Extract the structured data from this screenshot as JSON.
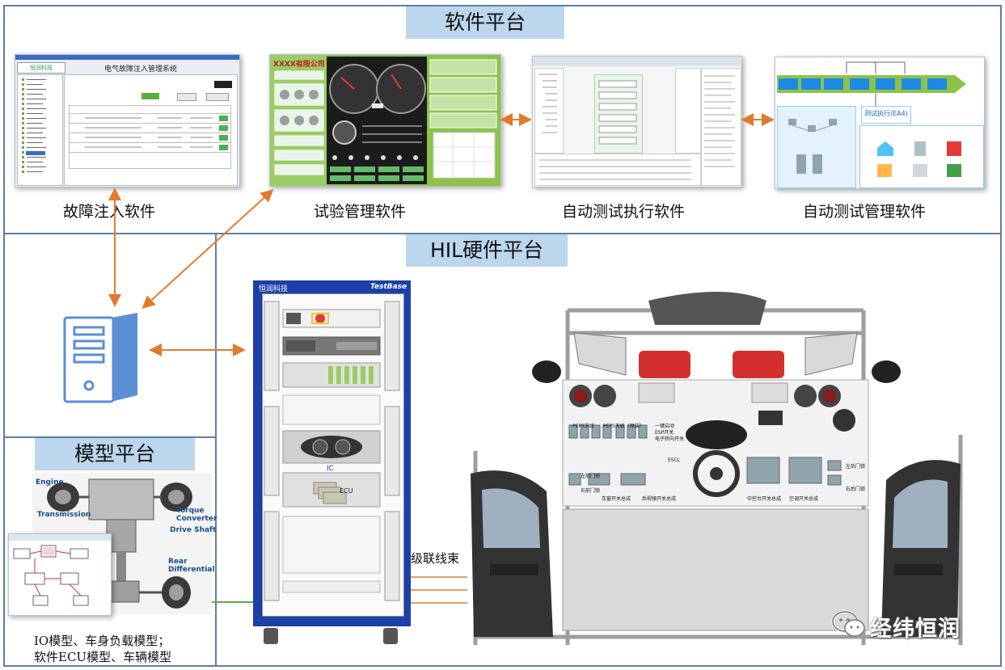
{
  "software_platform": {
    "title": "软件平台",
    "apps": [
      {
        "caption": "故障注入软件",
        "window_title": "电气故障注入管理系统",
        "logo": "恒润科技"
      },
      {
        "caption": "试验管理软件",
        "company": "XXXX有限公司"
      },
      {
        "caption": "自动测试执行软件"
      },
      {
        "caption": "自动测试管理软件",
        "label": "测试执行(EA4)"
      }
    ]
  },
  "hil_platform": {
    "title": "HIL硬件平台",
    "cabinet": {
      "logo": "恒润科技",
      "brand": "TestBase",
      "ic_label": "IC",
      "ecu_label": "ECU"
    },
    "harness_label": "级联线束",
    "panel_labels": [
      "PEPS天线",
      "PEPS天线（原装）",
      "一键启动",
      "ESP开关",
      "电子转向开关",
      "ESCL",
      "车窗开关总成",
      "后视镜开关总成",
      "中控台开关总成",
      "空调开关总成",
      "左前门锁",
      "右前门锁",
      "左后门锁",
      "右后门锁"
    ]
  },
  "model_platform": {
    "title": "模型平台",
    "parts": [
      "Engine",
      "Transmission",
      "Torque Converter",
      "Drive Shaft",
      "Rear Differential"
    ],
    "caption_line1": "IO模型、车身负载模型；",
    "caption_line2": "软件ECU模型、车辆模型"
  },
  "watermark": {
    "text": "经纬恒润",
    "icon": "wechat-icon"
  },
  "colors": {
    "frame": "#5b7fa8",
    "title_bg": "#bcd6ee",
    "arrow_orange": "#e07b2e",
    "arrow_green": "#5cb040",
    "cabinet_blue": "#1c3fa8"
  }
}
